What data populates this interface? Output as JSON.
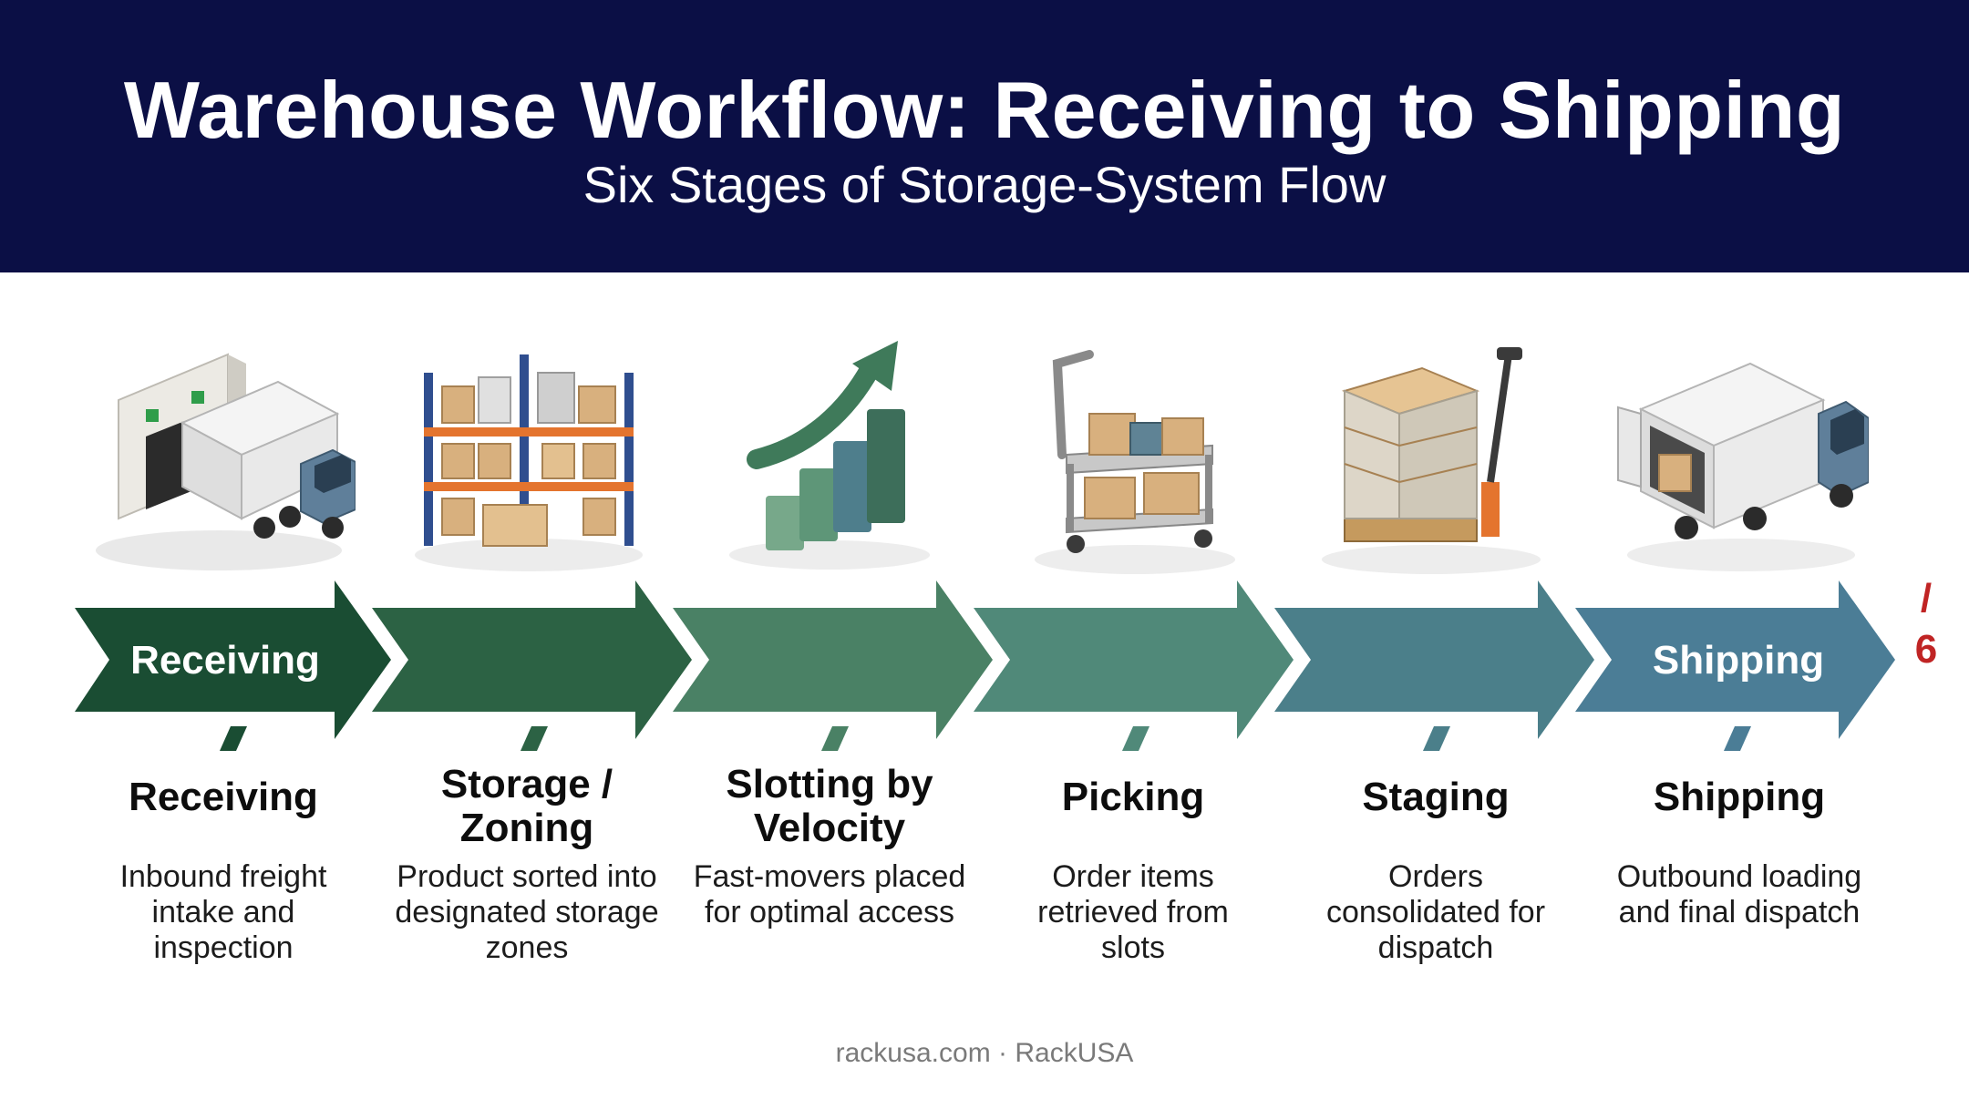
{
  "header": {
    "title": "Warehouse Workflow: Receiving to Shipping",
    "subtitle": "Six Stages of Storage-System Flow"
  },
  "arrows": [
    {
      "label": "Receiving",
      "color": "#1a4d33"
    },
    {
      "label": "",
      "color": "#2c6244"
    },
    {
      "label": "",
      "color": "#4a8165"
    },
    {
      "label": "",
      "color": "#508979"
    },
    {
      "label": "",
      "color": "#4b7f8a"
    },
    {
      "label": "Shipping",
      "color": "#4b7d96"
    }
  ],
  "stages": [
    {
      "title": "Receiving",
      "desc": "Inbound freight intake and inspection",
      "icon": "truck-at-dock-icon"
    },
    {
      "title": "Storage / Zoning",
      "desc": "Product sorted into designated storage zones",
      "icon": "pallet-racking-icon"
    },
    {
      "title": "Slotting by Velocity",
      "desc": "Fast-movers placed for optimal access",
      "icon": "growth-bars-icon"
    },
    {
      "title": "Picking",
      "desc": "Order items retrieved from slots",
      "icon": "picking-cart-icon"
    },
    {
      "title": "Staging",
      "desc": "Orders consolidated for dispatch",
      "icon": "pallet-jack-icon"
    },
    {
      "title": "Shipping",
      "desc": "Outbound loading and final dispatch",
      "icon": "delivery-truck-icon"
    }
  ],
  "counter": {
    "slash": "/",
    "number": "6"
  },
  "footer": "rackusa.com · RackUSA"
}
